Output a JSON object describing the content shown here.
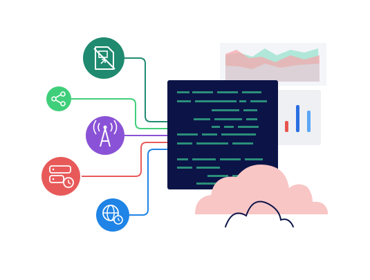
{
  "colors": {
    "background": "#ffffff",
    "code_panel": "#0c1447",
    "code_line": "#2b8f7a",
    "sim_icon": "#1f8a70",
    "share_icon": "#3fcf7a",
    "antenna_icon": "#8a52d6",
    "server_icon": "#e85a5a",
    "globe_icon": "#1f84e5",
    "cloud": "#f9c6c6",
    "cloud_outline": "#0c1447",
    "chart_card": "#eef0f4",
    "area_pink": "#f5a8ae",
    "area_teal": "#9fe3cf",
    "bar_red": "#e8554e",
    "bar_blue": "#2a6fe0",
    "bar_lightblue": "#5aa7f5"
  },
  "icons": [
    {
      "name": "sim-card-icon",
      "color": "#1f8a70"
    },
    {
      "name": "share-nodes-icon",
      "color": "#3fcf7a"
    },
    {
      "name": "antenna-icon",
      "color": "#8a52d6"
    },
    {
      "name": "server-clock-icon",
      "color": "#e85a5a"
    },
    {
      "name": "globe-clock-icon",
      "color": "#1f84e5"
    }
  ],
  "illustration": {
    "elements": [
      "code-panel",
      "area-chart-card",
      "bar-chart-card",
      "cloud",
      "connector-lines"
    ]
  }
}
